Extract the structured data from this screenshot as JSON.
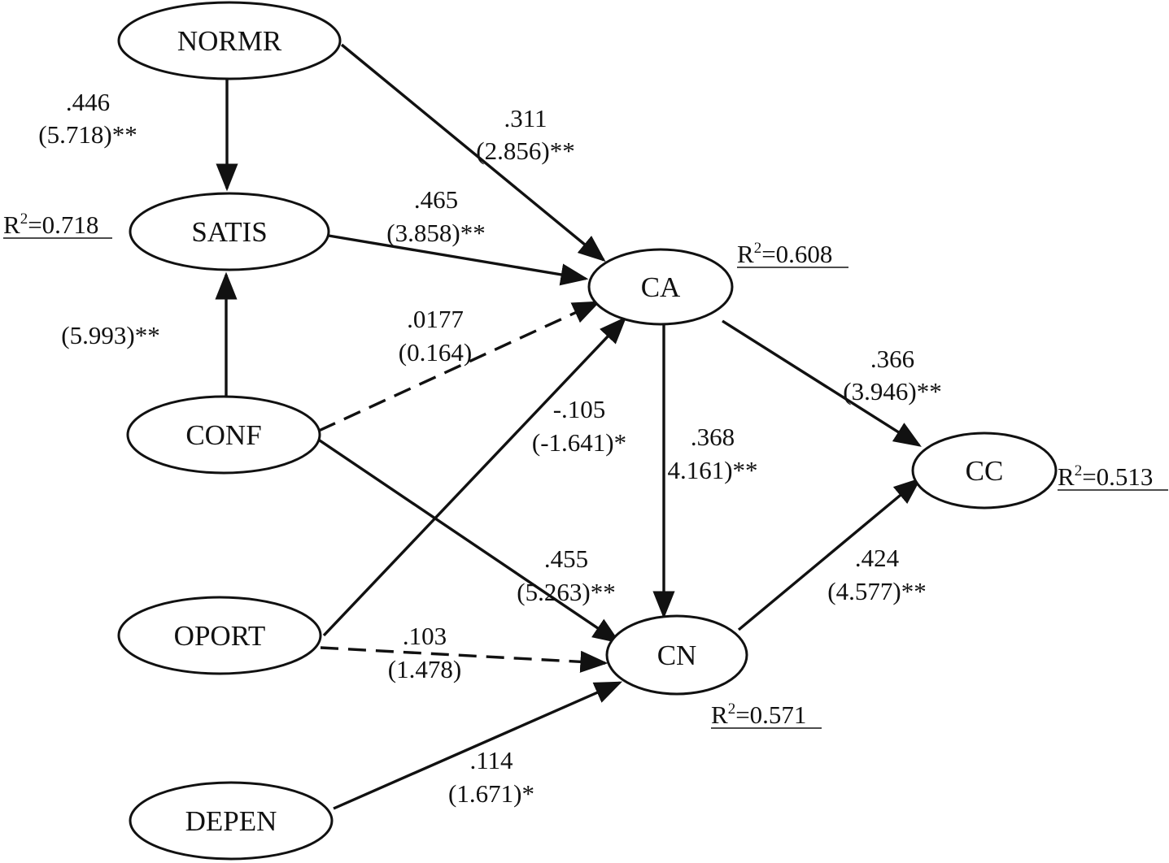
{
  "nodes": [
    {
      "id": "NORMR",
      "label": "NORMR"
    },
    {
      "id": "SATIS",
      "label": "SATIS"
    },
    {
      "id": "CONF",
      "label": "CONF"
    },
    {
      "id": "OPORT",
      "label": "OPORT"
    },
    {
      "id": "DEPEN",
      "label": "DEPEN"
    },
    {
      "id": "CA",
      "label": "CA"
    },
    {
      "id": "CN",
      "label": "CN"
    },
    {
      "id": "CC",
      "label": "CC"
    }
  ],
  "paths": [
    {
      "id": "normr-satis",
      "from": "NORMR",
      "to": "SATIS",
      "coef": ".446",
      "t": "(5.718)**",
      "style": "solid"
    },
    {
      "id": "normr-ca",
      "from": "NORMR",
      "to": "CA",
      "coef": ".311",
      "t": "(2.856)**",
      "style": "solid"
    },
    {
      "id": "satis-ca",
      "from": "SATIS",
      "to": "CA",
      "coef": ".465",
      "t": "(3.858)**",
      "style": "solid"
    },
    {
      "id": "conf-satis",
      "from": "CONF",
      "to": "SATIS",
      "coef": "",
      "t": "(5.993)**",
      "style": "solid"
    },
    {
      "id": "conf-ca",
      "from": "CONF",
      "to": "CA",
      "coef": ".0177",
      "t": "(0.164)",
      "style": "dashed"
    },
    {
      "id": "oport-ca",
      "from": "OPORT",
      "to": "CA",
      "coef": "-.105",
      "t": "(-1.641)*",
      "style": "solid"
    },
    {
      "id": "ca-cn",
      "from": "CA",
      "to": "CN",
      "coef": ".368",
      "t": "4.161)**",
      "style": "solid"
    },
    {
      "id": "ca-cc",
      "from": "CA",
      "to": "CC",
      "coef": ".366",
      "t": "(3.946)**",
      "style": "solid"
    },
    {
      "id": "conf-cn",
      "from": "CONF",
      "to": "CN",
      "coef": ".455",
      "t": "(5.263)**",
      "style": "solid"
    },
    {
      "id": "oport-cn",
      "from": "OPORT",
      "to": "CN",
      "coef": ".103",
      "t": "(1.478)",
      "style": "dashed"
    },
    {
      "id": "cn-cc",
      "from": "CN",
      "to": "CC",
      "coef": ".424",
      "t": "(4.577)**",
      "style": "solid"
    },
    {
      "id": "depen-cn",
      "from": "DEPEN",
      "to": "CN",
      "coef": ".114",
      "t": "(1.671)*",
      "style": "solid"
    }
  ],
  "r_squared": [
    {
      "node": "SATIS",
      "prefix": "R",
      "sup": "2",
      "value": "=0.718"
    },
    {
      "node": "CA",
      "prefix": "R",
      "sup": "2",
      "value": "=0.608"
    },
    {
      "node": "CC",
      "prefix": "R",
      "sup": "2",
      "value": "=0.513"
    },
    {
      "node": "CN",
      "prefix": "R",
      "sup": "2",
      "value": "=0.571"
    }
  ]
}
